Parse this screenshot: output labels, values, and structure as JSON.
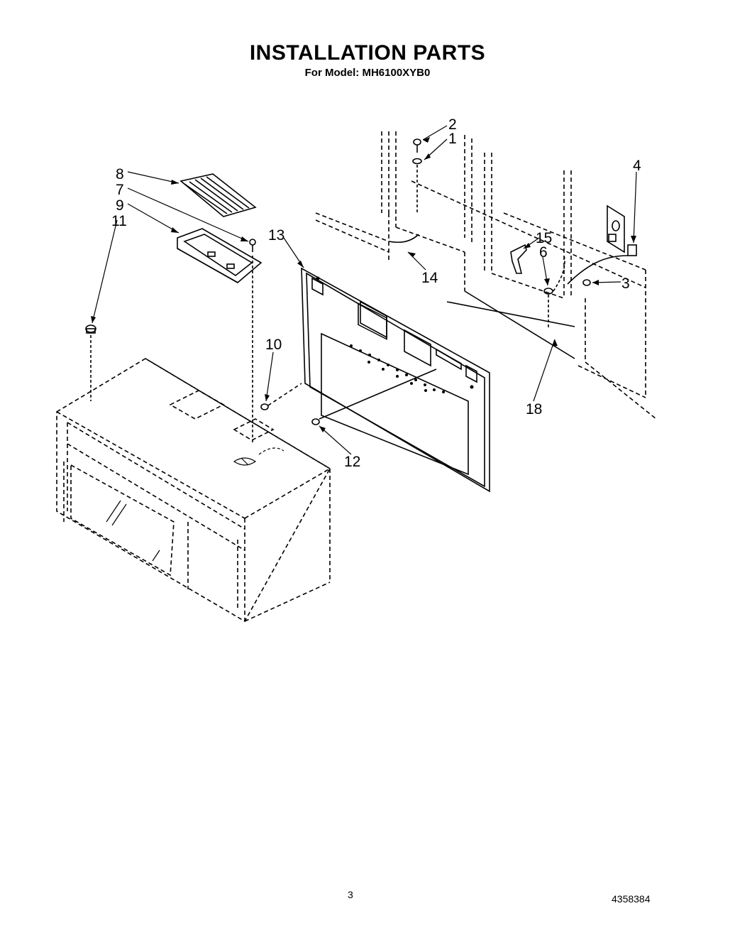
{
  "header": {
    "title": "INSTALLATION PARTS",
    "subtitle": "For Model: MH6100XYB0"
  },
  "footer": {
    "page_number": "3",
    "document_number": "4358384"
  },
  "callouts": {
    "c1": "1",
    "c2": "2",
    "c3": "3",
    "c4": "4",
    "c6": "6",
    "c7": "7",
    "c8": "8",
    "c9": "9",
    "c10": "10",
    "c11": "11",
    "c12": "12",
    "c13": "13",
    "c14": "14",
    "c15": "15",
    "c18": "18"
  }
}
